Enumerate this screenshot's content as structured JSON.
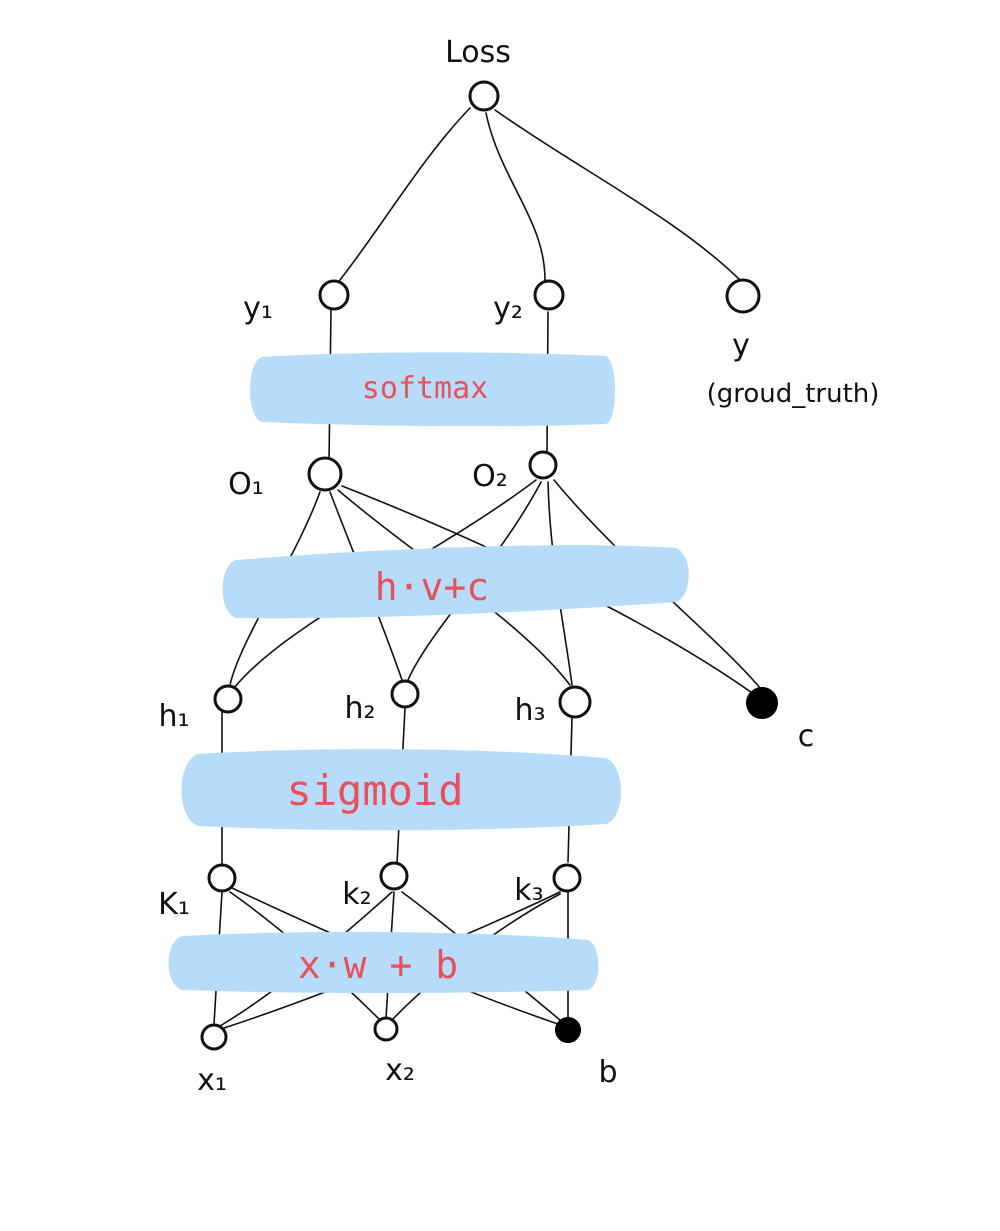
{
  "colors": {
    "band": "#b7dcfa",
    "op_text": "#e8505b",
    "ink": "#111111",
    "bias_fill": "#000000"
  },
  "operations": {
    "softmax": "softmax",
    "linear_out": "h·v+c",
    "sigmoid": "sigmoid",
    "linear_in": "x·w + b"
  },
  "nodes": {
    "loss": "Loss",
    "y1": "y₁",
    "y2": "y₂",
    "y": "y",
    "y_note": "(groud_truth)",
    "o1": "O₁",
    "o2": "O₂",
    "h1": "h₁",
    "h2": "h₂",
    "h3": "h₃",
    "c": "c",
    "k1": "K₁",
    "k2": "k₂",
    "k3": "k₃",
    "x1": "x₁",
    "x2": "x₂",
    "b": "b"
  }
}
